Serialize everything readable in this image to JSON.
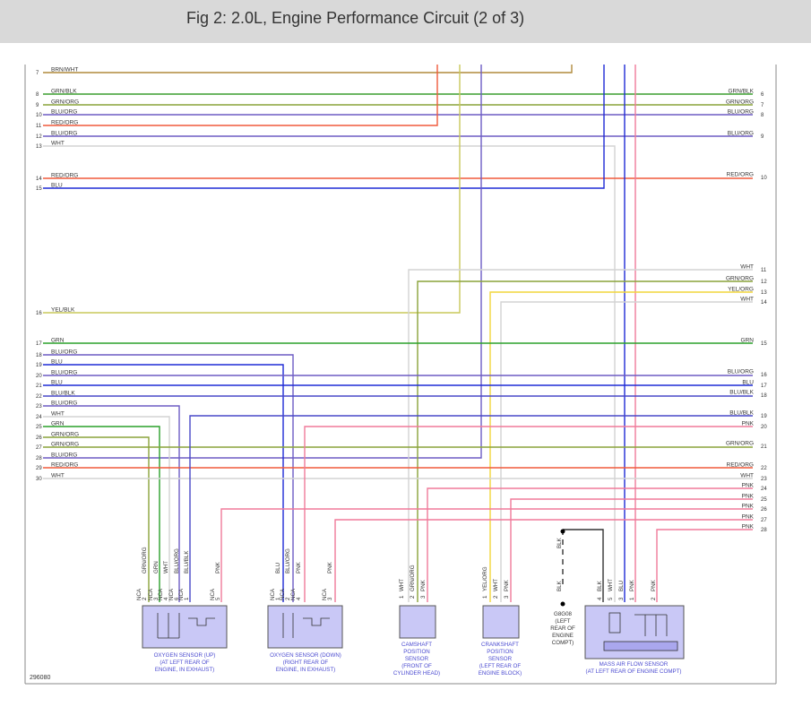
{
  "header": {
    "title": "Fig 2: 2.0L, Engine Performance Circuit (2 of 3)"
  },
  "figure_id": "296080",
  "colors": {
    "BRN/WHT": "#b08a3c",
    "GRN/BLK": "#3a9d2e",
    "GRN/ORG": "#8aa33a",
    "BLU/ORG": "#6d5cc4",
    "RED/ORG": "#f05a3c",
    "BLU/ORG2": "#4a3fd8",
    "WHT": "#d3d3d3",
    "BLU": "#1f2bd6",
    "YEL/BLK": "#c9c85a",
    "GRN": "#2aa02a",
    "BLU/BLK": "#4848c8",
    "YEL/ORG": "#f2d63a",
    "PNK": "#f07a9a",
    "BLK": "#333333",
    "RED": "#e8403a",
    "YELGRN": "#c8c45a"
  },
  "left_wires": [
    {
      "pin": "7",
      "label": "BRN/WHT"
    },
    {
      "pin": "8",
      "label": "GRN/BLK"
    },
    {
      "pin": "9",
      "label": "GRN/ORG"
    },
    {
      "pin": "10",
      "label": "BLU/ORG"
    },
    {
      "pin": "11",
      "label": "RED/ORG"
    },
    {
      "pin": "12",
      "label": "BLU/ORG"
    },
    {
      "pin": "13",
      "label": "WHT"
    },
    {
      "pin": "14",
      "label": "RED/ORG"
    },
    {
      "pin": "15",
      "label": "BLU"
    },
    {
      "pin": "16",
      "label": "YEL/BLK"
    },
    {
      "pin": "17",
      "label": "GRN"
    },
    {
      "pin": "18",
      "label": "BLU/ORG"
    },
    {
      "pin": "19",
      "label": "BLU"
    },
    {
      "pin": "20",
      "label": "BLU/ORG"
    },
    {
      "pin": "21",
      "label": "BLU"
    },
    {
      "pin": "22",
      "label": "BLU/BLK"
    },
    {
      "pin": "23",
      "label": "BLU/ORG"
    },
    {
      "pin": "24",
      "label": "WHT"
    },
    {
      "pin": "25",
      "label": "GRN"
    },
    {
      "pin": "26",
      "label": "GRN/ORG"
    },
    {
      "pin": "27",
      "label": "GRN/ORG"
    },
    {
      "pin": "28",
      "label": "BLU/ORG"
    },
    {
      "pin": "29",
      "label": "RED/ORG"
    },
    {
      "pin": "30",
      "label": "WHT"
    }
  ],
  "right_wires": [
    {
      "pin": "6",
      "label": "GRN/BLK"
    },
    {
      "pin": "7",
      "label": "GRN/ORG"
    },
    {
      "pin": "8",
      "label": "BLU/ORG"
    },
    {
      "pin": "9",
      "label": "BLU/ORG"
    },
    {
      "pin": "10",
      "label": "RED/ORG"
    },
    {
      "pin": "11",
      "label": "WHT"
    },
    {
      "pin": "12",
      "label": "GRN/ORG"
    },
    {
      "pin": "13",
      "label": "YEL/ORG"
    },
    {
      "pin": "14",
      "label": "WHT"
    },
    {
      "pin": "15",
      "label": "GRN"
    },
    {
      "pin": "16",
      "label": "BLU/ORG"
    },
    {
      "pin": "17",
      "label": "BLU"
    },
    {
      "pin": "18",
      "label": "BLU/BLK"
    },
    {
      "pin": "19",
      "label": "BLU/BLK"
    },
    {
      "pin": "20",
      "label": "PNK"
    },
    {
      "pin": "21",
      "label": "GRN/ORG"
    },
    {
      "pin": "22",
      "label": "RED/ORG"
    },
    {
      "pin": "23",
      "label": "WHT"
    },
    {
      "pin": "24",
      "label": "PNK"
    },
    {
      "pin": "25",
      "label": "PNK"
    },
    {
      "pin": "26",
      "label": "PNK"
    },
    {
      "pin": "27",
      "label": "PNK"
    },
    {
      "pin": "28",
      "label": "PNK"
    }
  ],
  "components": {
    "o2_up": {
      "pins": [
        "NCA",
        "GRN/ORG",
        "NCA",
        "GRN",
        "NCA",
        "WHT",
        "NCA",
        "BLU/ORG",
        "NCA",
        "BLU/BLK",
        "NCA",
        "PNK"
      ],
      "pin_numbers": [
        "2",
        "3",
        "4",
        "6",
        "1",
        "5"
      ],
      "label": [
        "OXYGEN SENSOR (UP)",
        "(AT LEFT REAR OF",
        "ENGINE, IN EXHAUST)"
      ]
    },
    "o2_down": {
      "pins": [
        "NCA",
        "BLU",
        "NCA",
        "BLU/ORG",
        "NCA",
        "PNK",
        "NCA",
        "PNK"
      ],
      "pin_numbers": [
        "1",
        "2",
        "4",
        "3"
      ],
      "label": [
        "OXYGEN SENSOR (DOWN)",
        "(RIGHT REAR OF",
        "ENGINE, IN EXHAUST)"
      ]
    },
    "cam": {
      "pins": [
        "WHT",
        "GRN/ORG",
        "PNK"
      ],
      "pin_numbers": [
        "1",
        "2",
        "3"
      ],
      "label": [
        "CAMSHAFT",
        "POSITION",
        "SENSOR",
        "(FRONT OF",
        "CYLINDER HEAD)"
      ]
    },
    "crank": {
      "pins": [
        "YEL/ORG",
        "WHT",
        "PNK"
      ],
      "pin_numbers": [
        "1",
        "2",
        "3"
      ],
      "label": [
        "CRANKSHAFT",
        "POSITION",
        "SENSOR",
        "(LEFT REAR OF",
        "ENGINE BLOCK)"
      ]
    },
    "ground": {
      "wire_top": "BLK",
      "wire_bottom": "BLK",
      "label": [
        "G8G08",
        "(LEFT",
        "REAR OF",
        "ENGINE",
        "COMPT)"
      ]
    },
    "maf": {
      "pins": [
        "BLK",
        "WHT",
        "BLU",
        "PNK",
        "PNK"
      ],
      "pin_numbers": [
        "4",
        "5",
        "3",
        "1",
        "2"
      ],
      "label": [
        "MASS AIR FLOW SENSOR",
        "(AT LEFT REAR OF ENGINE COMPT)"
      ]
    }
  }
}
